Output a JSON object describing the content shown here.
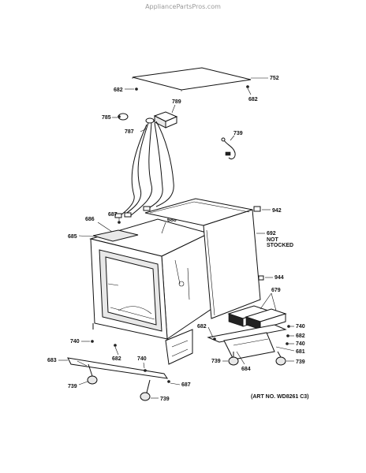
{
  "header": {
    "site": "AppliancePartsPros.com"
  },
  "footer": {
    "art_number": "(ART NO. WD8261 C3)"
  },
  "labels": {
    "p752": "752",
    "p682a": "682",
    "p682b": "682",
    "p789": "789",
    "p785": "785",
    "p787": "787",
    "p739a": "739",
    "p687a": "687",
    "p686": "686",
    "p688": "688",
    "p942": "942",
    "p685": "685",
    "p692": "692",
    "not_stocked_1": "NOT",
    "not_stocked_2": "STOCKED",
    "p944": "944",
    "p679": "679",
    "p682c": "682",
    "p740a": "740",
    "p682d": "682",
    "p740b": "740",
    "p681": "681",
    "p683": "683",
    "p682e": "682",
    "p740c": "740",
    "p739b": "739",
    "p684": "684",
    "p739c": "739",
    "p687b": "687",
    "p739d": "739",
    "p739e": "739"
  }
}
